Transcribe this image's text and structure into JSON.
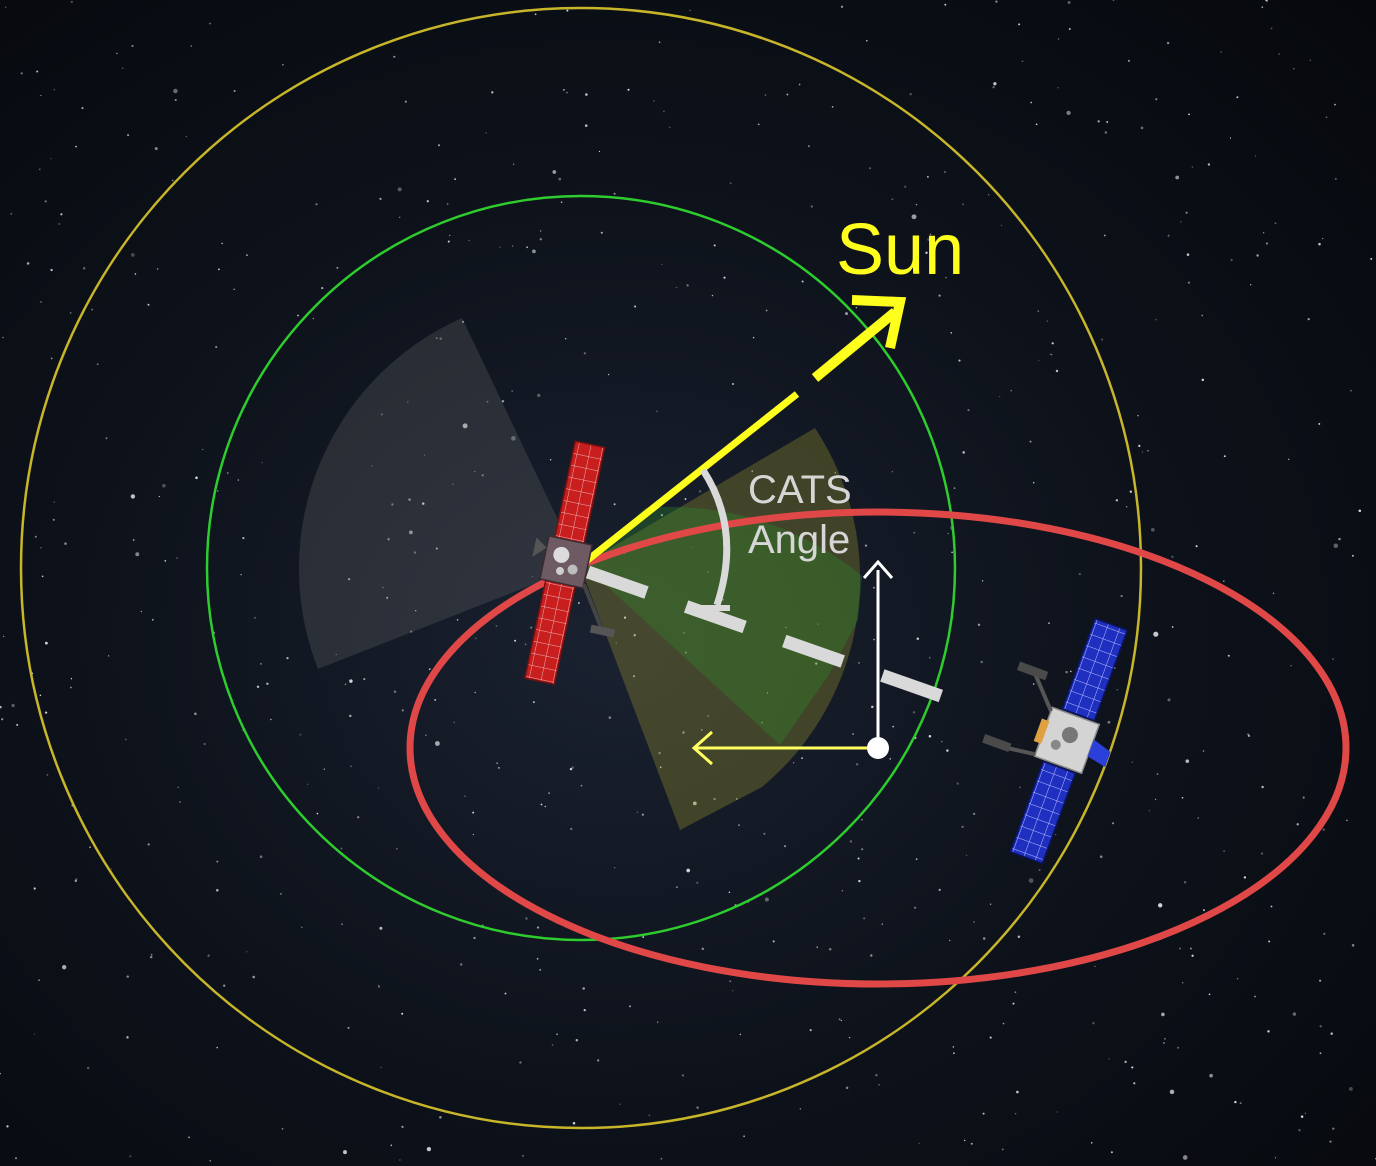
{
  "labels": {
    "sun": "Sun",
    "cats_line1": "CATS",
    "cats_line2": "Angle"
  },
  "colors": {
    "sun": "#ffff1e",
    "outer_ring": "#c8b62a",
    "inner_ring": "#2ecc2e",
    "relative_orbit": "#e04848",
    "line_of_sight": "#d9d9d9",
    "cats_label": "#d6d6d6",
    "chaser_panel": "#c81e1e",
    "target_panel": "#1f2fc0"
  },
  "icons": {
    "chaser": "chaser-spacecraft-icon",
    "target": "target-spacecraft-icon",
    "sun_arrow": "sun-direction-arrow-icon"
  }
}
